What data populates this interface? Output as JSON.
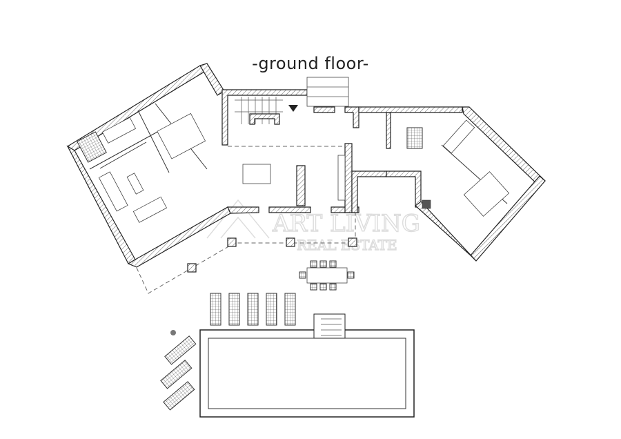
{
  "plan": {
    "title": "-ground floor-",
    "watermark": {
      "line1": "ART LIVING",
      "line2": "REAL ESTATE"
    }
  },
  "colors": {
    "ink": "#222222",
    "hatch": "#555555",
    "watermark": "#dddddd"
  }
}
